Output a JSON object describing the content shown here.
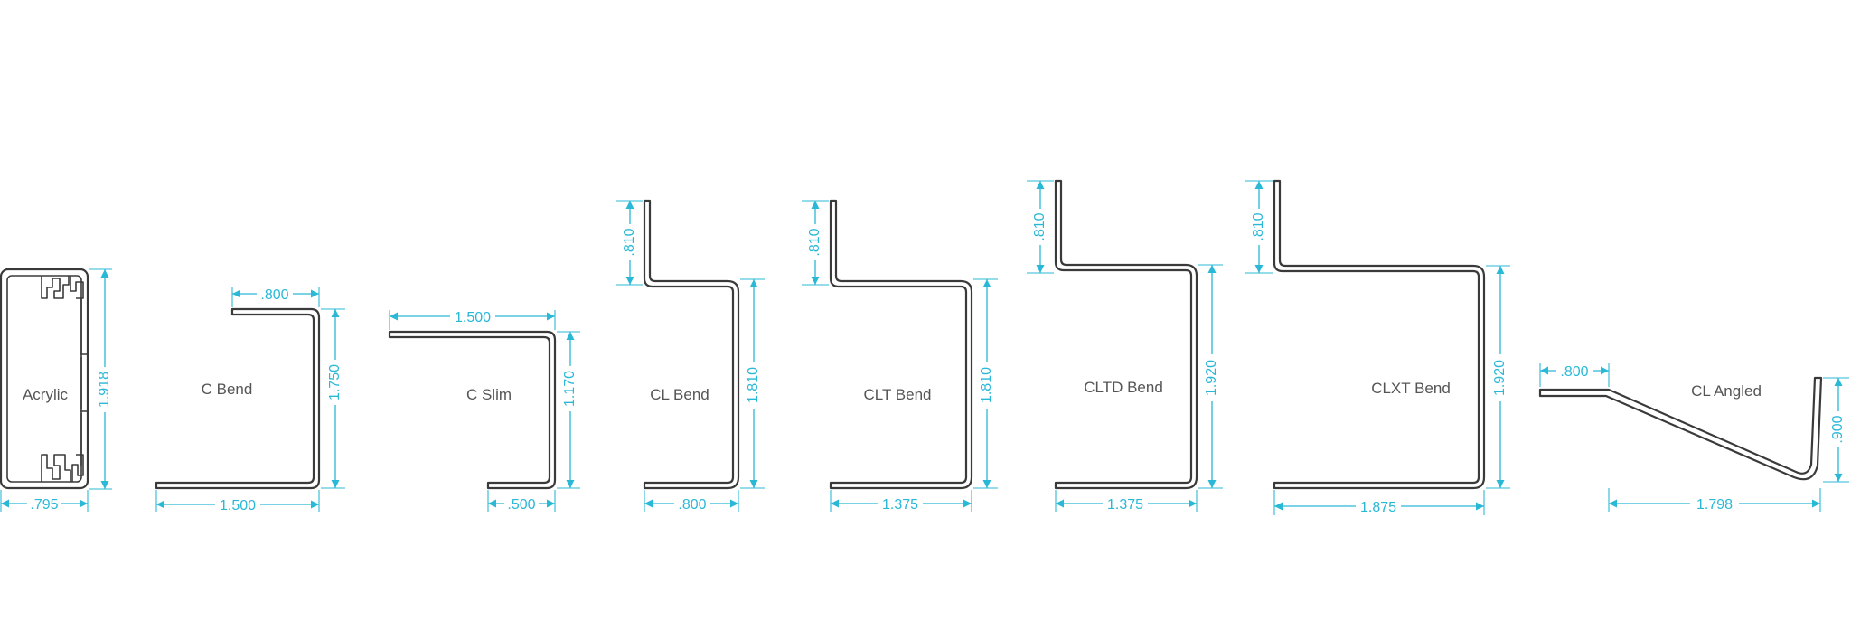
{
  "colors": {
    "profile_stroke": "#3a3a3a",
    "dimension": "#29b8d6",
    "label": "#555555",
    "background": "#ffffff"
  },
  "profiles": [
    {
      "id": "acrylic",
      "label": "Acrylic",
      "width_dim": ".795",
      "height_dim": "1.918"
    },
    {
      "id": "c-bend",
      "label": "C Bend",
      "top_dim": ".800",
      "width_dim": "1.500",
      "height_dim": "1.750"
    },
    {
      "id": "c-slim",
      "label": "C Slim",
      "top_dim": "1.500",
      "width_dim": ".500",
      "height_dim": "1.170"
    },
    {
      "id": "cl-bend",
      "label": "CL Bend",
      "lip_dim": ".810",
      "width_dim": ".800",
      "height_dim": "1.810"
    },
    {
      "id": "clt-bend",
      "label": "CLT Bend",
      "lip_dim": ".810",
      "width_dim": "1.375",
      "height_dim": "1.810"
    },
    {
      "id": "cltd-bend",
      "label": "CLTD Bend",
      "lip_dim": ".810",
      "width_dim": "1.375",
      "height_dim": "1.920"
    },
    {
      "id": "clxt-bend",
      "label": "CLXT Bend",
      "lip_dim": ".810",
      "width_dim": "1.875",
      "height_dim": "1.920"
    },
    {
      "id": "cl-angled",
      "label": "CL Angled",
      "top_dim": ".800",
      "width_dim": "1.798",
      "height_dim": ".900"
    }
  ]
}
